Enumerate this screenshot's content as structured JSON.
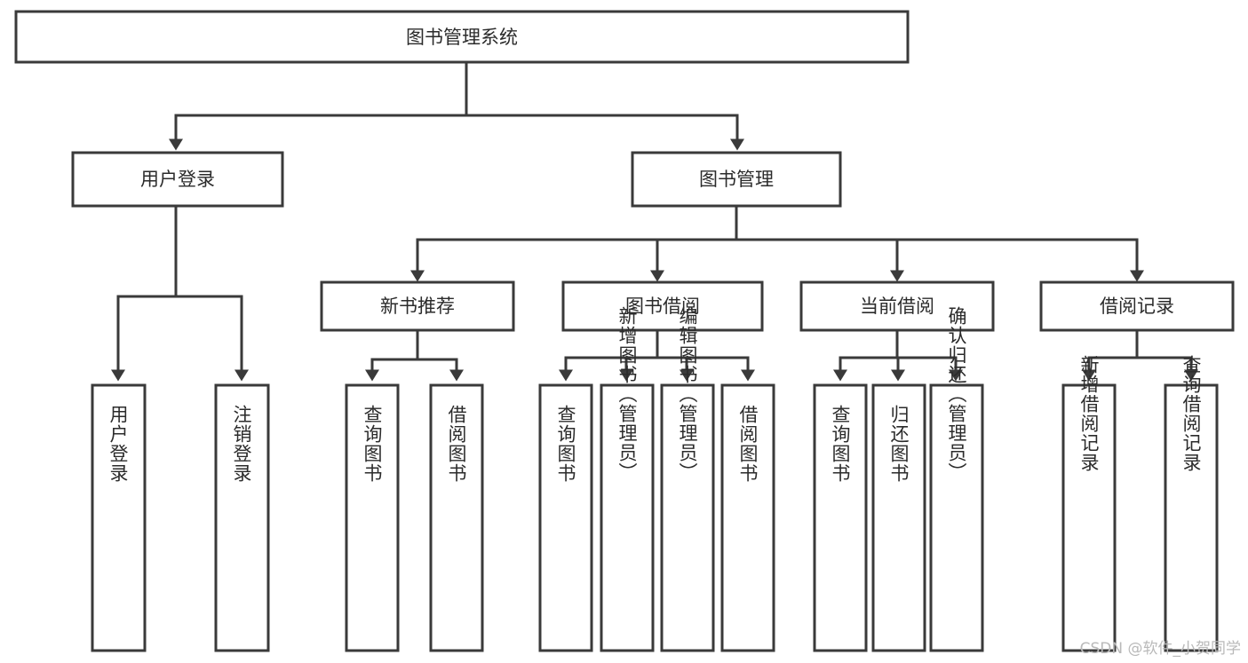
{
  "diagram": {
    "type": "tree-hierarchy-flowchart",
    "title": "图书管理系统",
    "watermark": "CSDN @软件_小贺同学",
    "colors": {
      "background": "#ffffff",
      "stroke": "#3a3a3a",
      "box_fill": "#ffffff",
      "text": "#2b2b2b",
      "watermark": "#b9b9b9"
    },
    "levels": {
      "root": {
        "label": "图书管理系统",
        "orientation": "horizontal"
      },
      "level2": [
        {
          "label": "用户登录",
          "orientation": "horizontal"
        },
        {
          "label": "图书管理",
          "orientation": "horizontal"
        }
      ],
      "level3": [
        {
          "label": "新书推荐",
          "orientation": "horizontal",
          "parent": "图书管理"
        },
        {
          "label": "图书借阅",
          "orientation": "horizontal",
          "parent": "图书管理"
        },
        {
          "label": "当前借阅",
          "orientation": "horizontal",
          "parent": "图书管理"
        },
        {
          "label": "借阅记录",
          "orientation": "horizontal",
          "parent": "图书管理"
        }
      ],
      "leaves": [
        {
          "label": "用户登录",
          "orientation": "vertical",
          "parent": "用户登录"
        },
        {
          "label": "注销登录",
          "orientation": "vertical",
          "parent": "用户登录"
        },
        {
          "label": "查询图书",
          "orientation": "vertical",
          "parent": "新书推荐"
        },
        {
          "label": "借阅图书",
          "orientation": "vertical",
          "parent": "新书推荐"
        },
        {
          "label": "查询图书",
          "orientation": "vertical",
          "parent": "图书借阅"
        },
        {
          "label": "新增图书（管理员）",
          "orientation": "vertical",
          "parent": "图书借阅"
        },
        {
          "label": "编辑图书（管理员）",
          "orientation": "vertical",
          "parent": "图书借阅"
        },
        {
          "label": "借阅图书",
          "orientation": "vertical",
          "parent": "图书借阅"
        },
        {
          "label": "查询图书",
          "orientation": "vertical",
          "parent": "当前借阅"
        },
        {
          "label": "归还图书",
          "orientation": "vertical",
          "parent": "当前借阅"
        },
        {
          "label": "确认归还（管理员）",
          "orientation": "vertical",
          "parent": "当前借阅"
        },
        {
          "label": "新增借阅记录",
          "orientation": "vertical",
          "parent": "借阅记录"
        },
        {
          "label": "查询借阅记录",
          "orientation": "vertical",
          "parent": "借阅记录"
        }
      ]
    },
    "nodes": {
      "root": {
        "text": "图书管理系统"
      },
      "user_login": {
        "text": "用户登录"
      },
      "book_mgmt": {
        "text": "图书管理"
      },
      "new_book_rec": {
        "text": "新书推荐"
      },
      "book_borrow": {
        "text": "图书借阅"
      },
      "current_borrow": {
        "text": "当前借阅"
      },
      "borrow_record": {
        "text": "借阅记录"
      },
      "leaf_user_login": {
        "text": "用户登录"
      },
      "leaf_logout": {
        "text": "注销登录"
      },
      "leaf_query_book_a": {
        "text": "查询图书"
      },
      "leaf_borrow_book_a": {
        "text": "借阅图书"
      },
      "leaf_query_book_b": {
        "text": "查询图书"
      },
      "leaf_add_book": {
        "text": "新增图书（管理员）"
      },
      "leaf_edit_book": {
        "text": "编辑图书（管理员）"
      },
      "leaf_borrow_book_b": {
        "text": "借阅图书"
      },
      "leaf_query_book_c": {
        "text": "查询图书"
      },
      "leaf_return_book": {
        "text": "归还图书"
      },
      "leaf_confirm_return": {
        "text": "确认归还（管理员）"
      },
      "leaf_add_record": {
        "text": "新增借阅记录"
      },
      "leaf_query_record": {
        "text": "查询借阅记录"
      }
    }
  }
}
